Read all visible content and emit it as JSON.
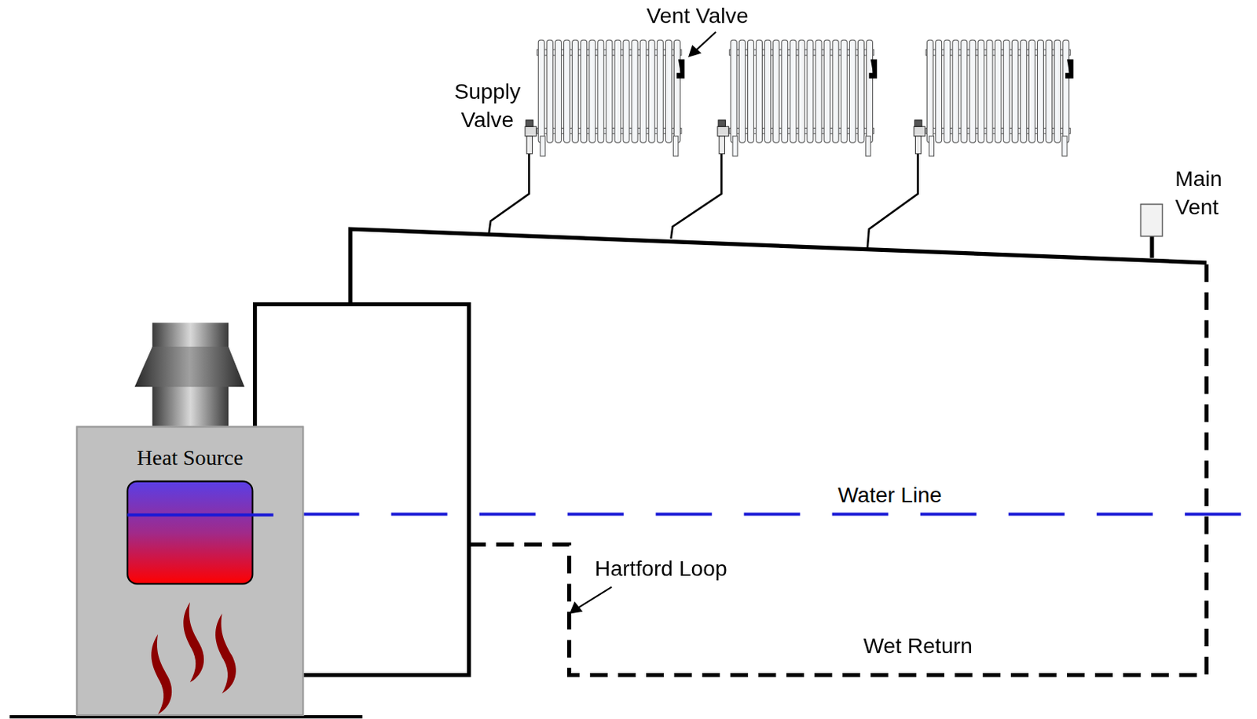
{
  "diagram": {
    "nodes": [
      {
        "text": [
          "Heat Source"
        ]
      }
    ],
    "labels": [
      "Vent Valve",
      "Supply Valve",
      "Main Vent",
      "Water Line",
      "Hartford Loop",
      "Wet Return"
    ]
  }
}
